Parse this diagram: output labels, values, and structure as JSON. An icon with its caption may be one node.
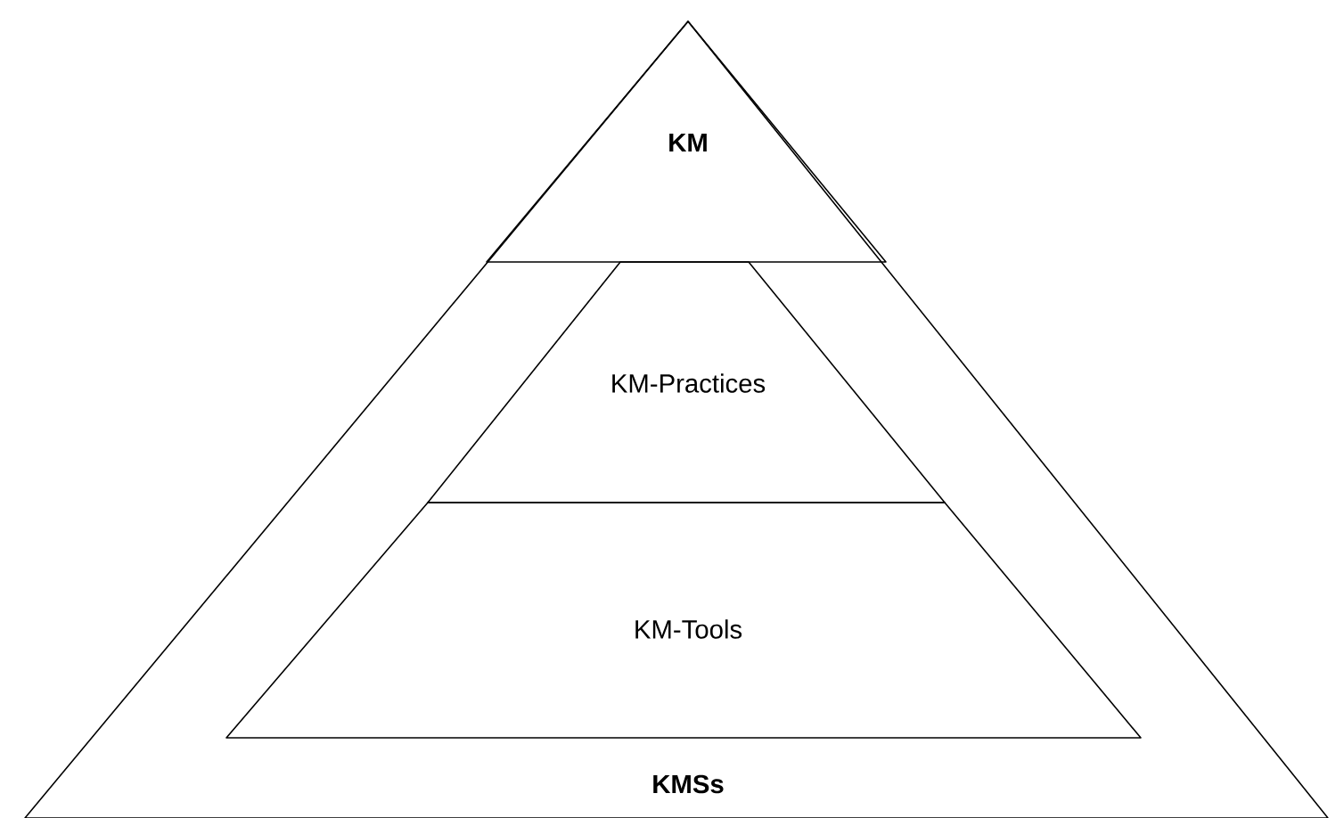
{
  "diagram": {
    "nodes": [
      {
        "text": [
          "KMSs"
        ]
      },
      {
        "text": [
          "KM"
        ],
        "in": 0
      },
      {
        "text": [
          "KM-Practices"
        ],
        "in": 0
      },
      {
        "text": [
          "KM-Tools"
        ],
        "in": 0
      }
    ]
  }
}
